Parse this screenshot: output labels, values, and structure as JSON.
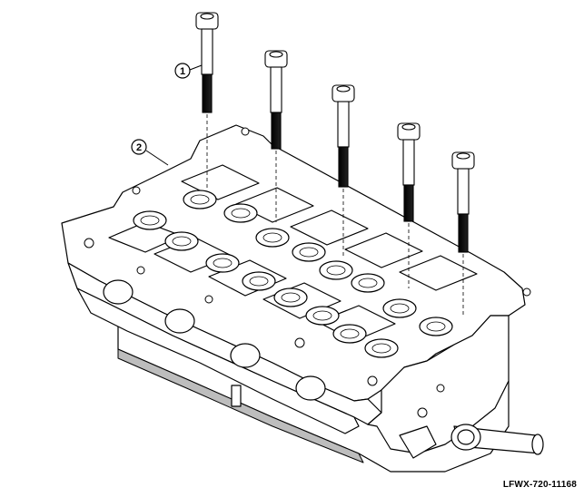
{
  "figure": {
    "callouts": [
      {
        "id": "1",
        "label": "1"
      },
      {
        "id": "2",
        "label": "2"
      }
    ],
    "reference_code": "LFWX-720-11168",
    "icons": {
      "bolt": "cylinder-head-bolt-icon",
      "cylinder_head": "cylinder-head-icon"
    },
    "colors": {
      "line": "#000000",
      "background": "#ffffff",
      "shade": "#bdbdbd"
    }
  }
}
